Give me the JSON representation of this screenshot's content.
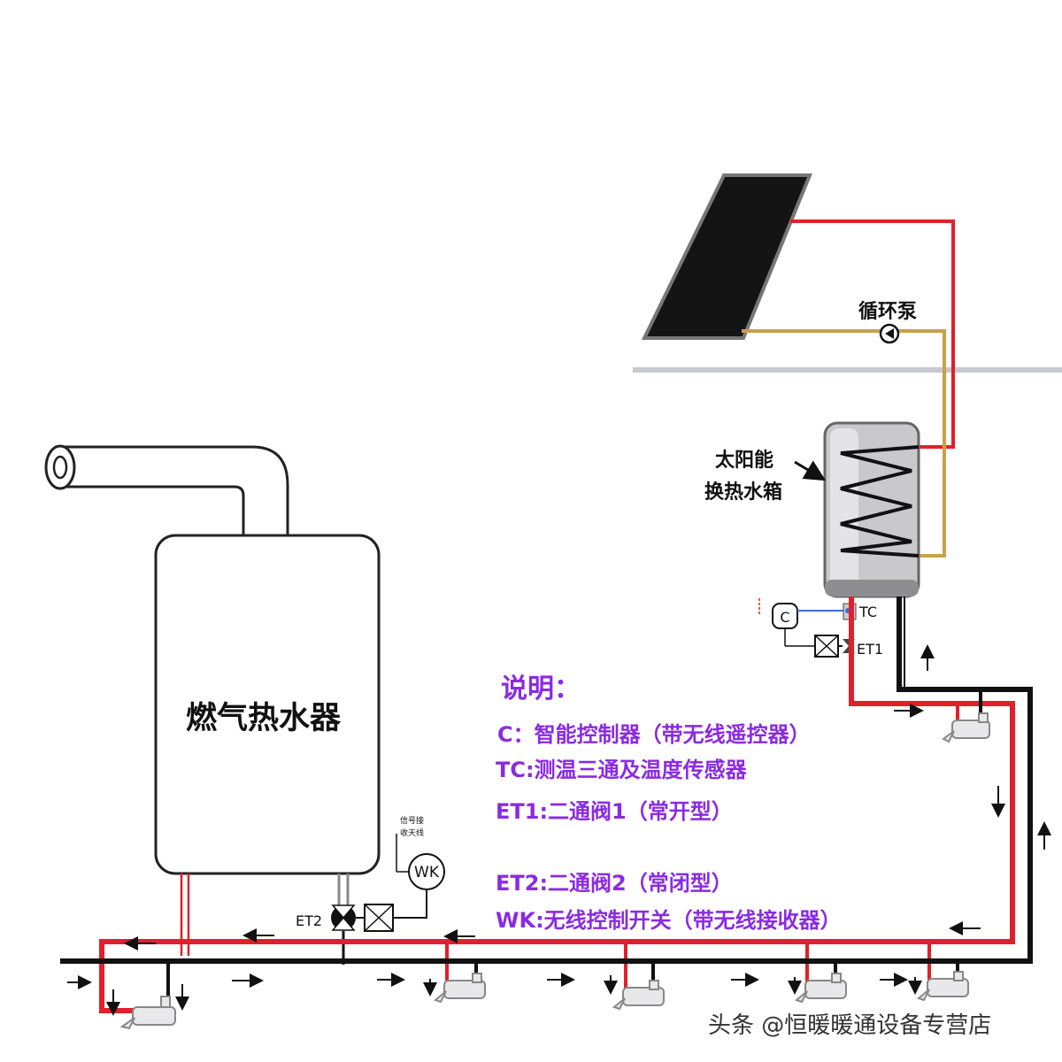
{
  "gas_heater": {
    "label": "燃气热水器"
  },
  "solar_tank": {
    "label_line1": "太阳能",
    "label_line2": "换热水箱"
  },
  "pump": {
    "label": "循环泵"
  },
  "antenna": {
    "label_line1": "信号接",
    "label_line2": "收天线"
  },
  "components": {
    "wk": "WK",
    "et2": "ET2",
    "c": "C",
    "tc": "TC",
    "et1": "ET1"
  },
  "legend": {
    "title": "说明：",
    "items": [
      "C：智能控制器（带无线遥控器）",
      "TC:测温三通及温度传感器",
      "ET1:二通阀1（常开型）",
      "ET2:二通阀2（常闭型）",
      "WK:无线控制开关（带无线接收器）"
    ]
  },
  "watermark": "头条 @恒暖暖通设备专营店",
  "colors": {
    "hot_pipe": "#e0202a",
    "cold_pipe": "#111111",
    "solar_loop": "#c9a14a",
    "legend_text": "#8a2be2"
  }
}
